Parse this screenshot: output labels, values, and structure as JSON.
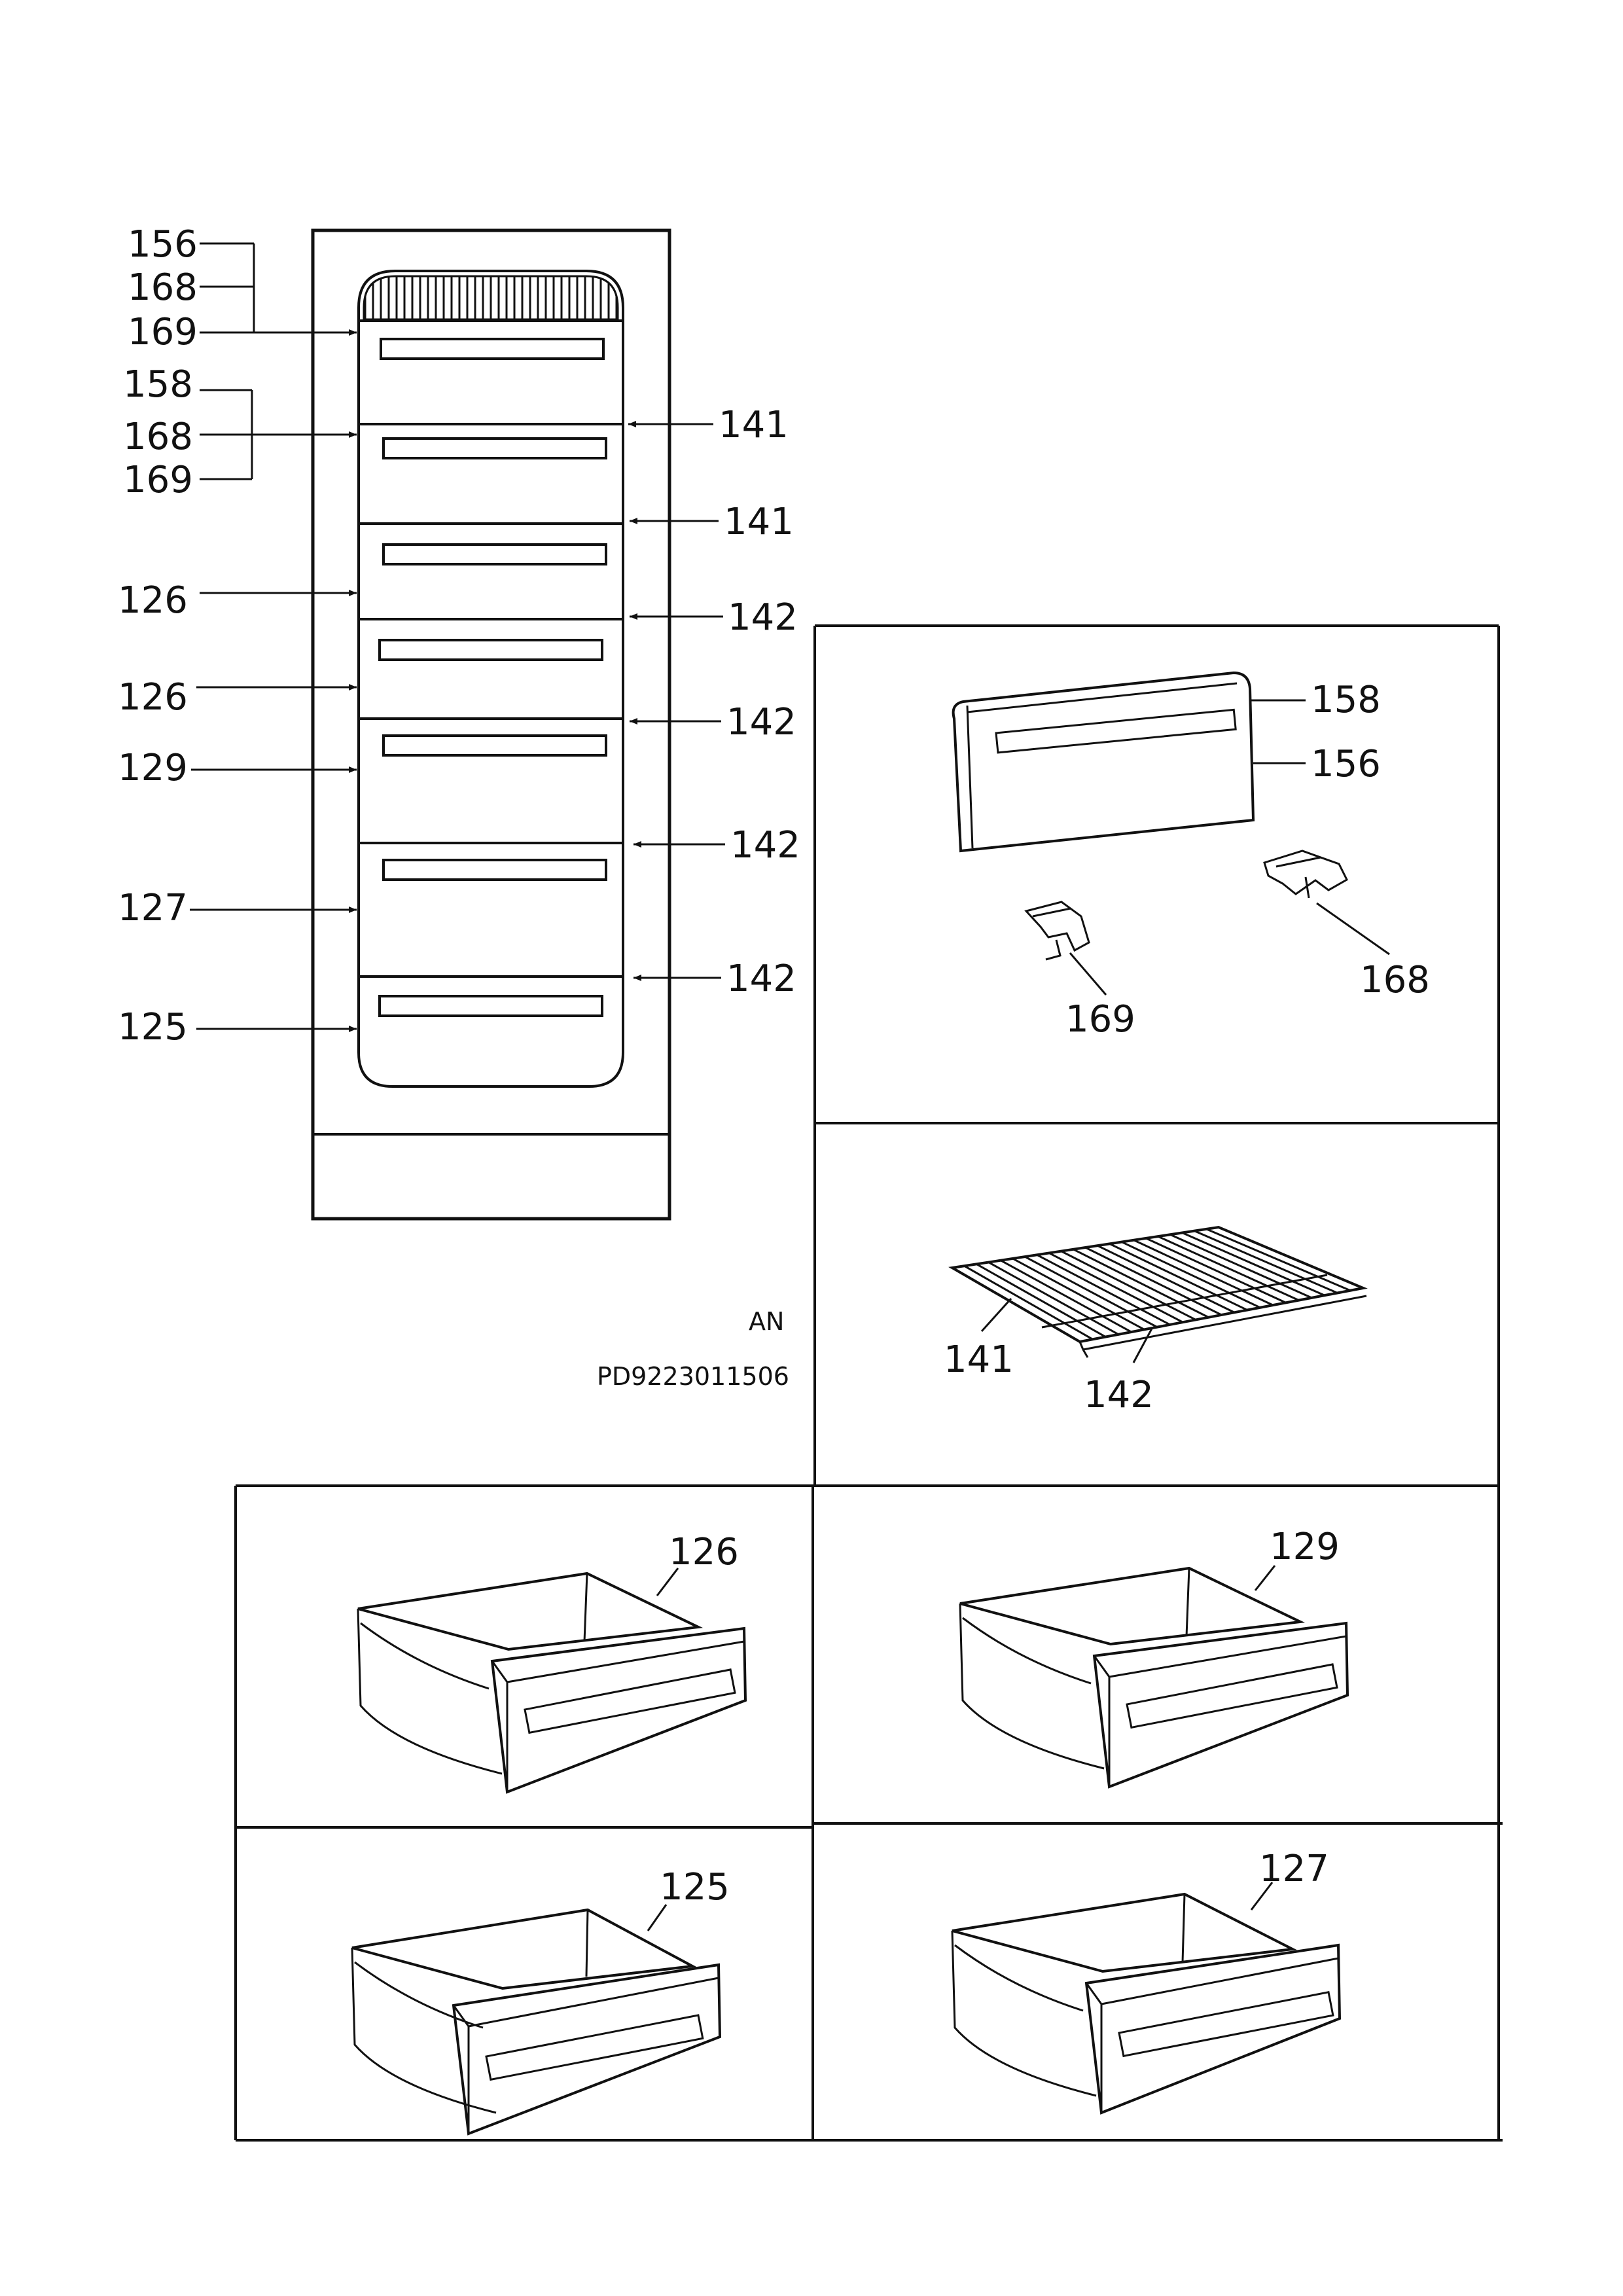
{
  "cabinet_labels": {
    "l156": "156",
    "l168a": "168",
    "l169a": "169",
    "l158": "158",
    "l168b": "168",
    "l169b": "169",
    "l126a": "126",
    "l126b": "126",
    "l129": "129",
    "l127": "127",
    "l125": "125",
    "r141a": "141",
    "r141b": "141",
    "r142a": "142",
    "r142b": "142",
    "r142c": "142",
    "r142d": "142"
  },
  "drawing_code": "AN",
  "document_number": "PD9223011506",
  "panels": {
    "front": {
      "l158": "158",
      "l156": "156",
      "l169": "169",
      "l168": "168"
    },
    "shelf": {
      "l141": "141",
      "l142": "142"
    },
    "drawer_126": "126",
    "drawer_129": "129",
    "drawer_125": "125",
    "drawer_127": "127"
  }
}
